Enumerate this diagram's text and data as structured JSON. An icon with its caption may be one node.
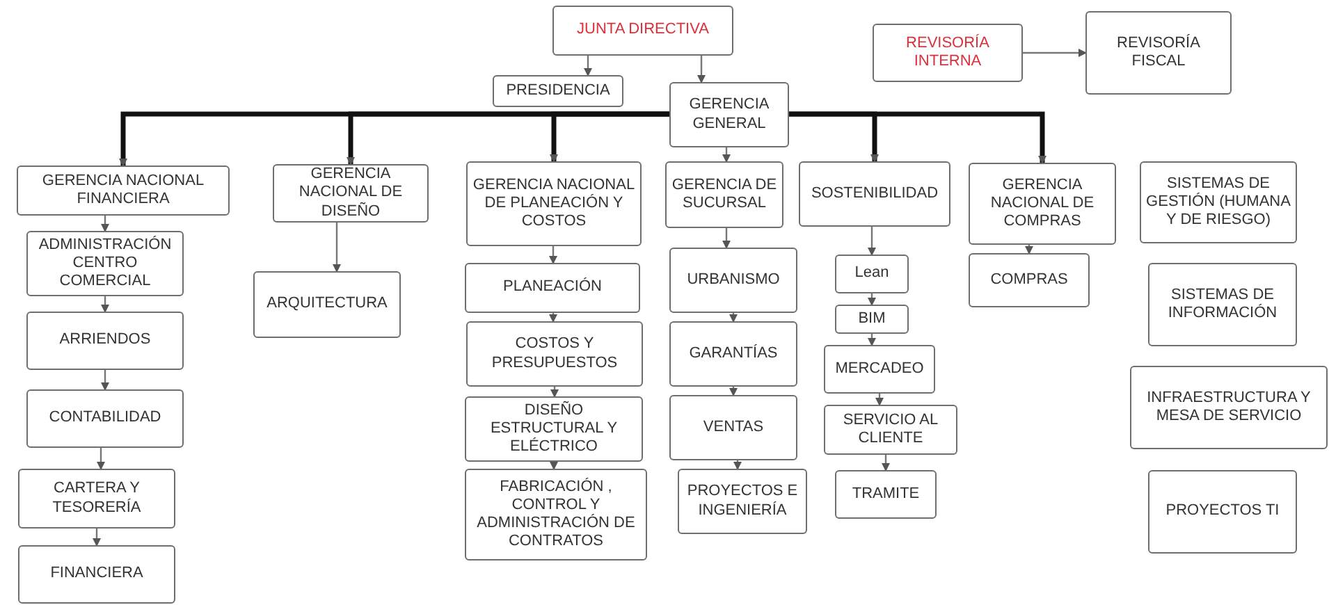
{
  "diagram": {
    "nodes": [
      {
        "text": [
          "JUNTA DIRECTIVA"
        ]
      },
      {
        "text": [
          "REVISORÍA INTERNA"
        ]
      },
      {
        "text": [
          "REVISORÍA FISCAL"
        ]
      },
      {
        "text": [
          "PRESIDENCIA"
        ]
      },
      {
        "text": [
          "GERENCIA GENERAL"
        ]
      },
      {
        "text": [
          "GERENCIA NACIONAL FINANCIERA"
        ]
      },
      {
        "text": [
          "ADMINISTRACIÓN CENTRO COMERCIAL"
        ]
      },
      {
        "text": [
          "ARRIENDOS"
        ]
      },
      {
        "text": [
          "CONTABILIDAD"
        ]
      },
      {
        "text": [
          "CARTERA Y TESORERÍA"
        ]
      },
      {
        "text": [
          "FINANCIERA"
        ]
      },
      {
        "text": [
          "GERENCIA NACIONAL DE DISEÑO"
        ]
      },
      {
        "text": [
          "ARQUITECTURA"
        ]
      },
      {
        "text": [
          "GERENCIA NACIONAL DE PLANEACIÓN Y COSTOS"
        ]
      },
      {
        "text": [
          "PLANEACIÓN"
        ]
      },
      {
        "text": [
          "COSTOS Y PRESUPUESTOS"
        ]
      },
      {
        "text": [
          "DISEÑO ESTRUCTURAL Y ELÉCTRICO"
        ]
      },
      {
        "text": [
          "FABRICACIÓN , CONTROL Y ADMINISTRACIÓN DE CONTRATOS"
        ]
      },
      {
        "text": [
          "GERENCIA DE SUCURSAL"
        ]
      },
      {
        "text": [
          "URBANISMO"
        ]
      },
      {
        "text": [
          "GARANTÍAS"
        ]
      },
      {
        "text": [
          "VENTAS"
        ]
      },
      {
        "text": [
          "PROYECTOS E INGENIERÍA"
        ]
      },
      {
        "text": [
          "SOSTENIBILIDAD"
        ]
      },
      {
        "text": [
          "Lean"
        ]
      },
      {
        "text": [
          "BIM"
        ]
      },
      {
        "text": [
          "MERCADEO"
        ]
      },
      {
        "text": [
          "SERVICIO AL CLIENTE"
        ]
      },
      {
        "text": [
          "TRAMITE"
        ]
      },
      {
        "text": [
          "GERENCIA NACIONAL DE COMPRAS"
        ]
      },
      {
        "text": [
          "COMPRAS"
        ]
      },
      {
        "text": [
          "SISTEMAS DE GESTIÓN (HUMANA Y DE RIESGO)"
        ]
      },
      {
        "text": [
          "SISTEMAS DE INFORMACIÓN"
        ]
      },
      {
        "text": [
          "INFRAESTRUCTURA Y MESA DE SERVICIO"
        ]
      },
      {
        "text": [
          "PROYECTOS TI"
        ]
      }
    ],
    "edges": [
      {
        "from": 0,
        "to": 3,
        "arrow": "to"
      },
      {
        "from": 0,
        "to": 4,
        "arrow": "to"
      },
      {
        "from": 1,
        "to": 2,
        "arrow": "to"
      },
      {
        "from": 4,
        "to": 5,
        "arrow": "to",
        "style": "thick",
        "color": "#111111"
      },
      {
        "from": 4,
        "to": 11,
        "arrow": "to",
        "style": "thick",
        "color": "#111111"
      },
      {
        "from": 4,
        "to": 13,
        "arrow": "to",
        "style": "thick",
        "color": "#111111"
      },
      {
        "from": 4,
        "to": 23,
        "arrow": "to",
        "style": "thick",
        "color": "#111111"
      },
      {
        "from": 4,
        "to": 29,
        "arrow": "to",
        "style": "thick",
        "color": "#111111"
      },
      {
        "from": 5,
        "to": 6,
        "arrow": "to"
      },
      {
        "from": 6,
        "to": 7,
        "arrow": "to"
      },
      {
        "from": 7,
        "to": 8,
        "arrow": "to"
      },
      {
        "from": 8,
        "to": 9,
        "arrow": "to"
      },
      {
        "from": 9,
        "to": 10,
        "arrow": "to"
      },
      {
        "from": 11,
        "to": 12,
        "arrow": "to"
      },
      {
        "from": 13,
        "to": 14,
        "arrow": "to"
      },
      {
        "from": 14,
        "to": 15,
        "arrow": "to"
      },
      {
        "from": 15,
        "to": 16,
        "arrow": "to"
      },
      {
        "from": 16,
        "to": 17,
        "arrow": "to"
      },
      {
        "from": 4,
        "to": 18,
        "arrow": "to"
      },
      {
        "from": 18,
        "to": 19,
        "arrow": "to"
      },
      {
        "from": 19,
        "to": 20,
        "arrow": "to"
      },
      {
        "from": 20,
        "to": 21,
        "arrow": "to"
      },
      {
        "from": 21,
        "to": 22,
        "arrow": "to"
      },
      {
        "from": 23,
        "to": 24,
        "arrow": "to"
      },
      {
        "from": 24,
        "to": 25,
        "arrow": "to"
      },
      {
        "from": 25,
        "to": 26,
        "arrow": "to"
      },
      {
        "from": 26,
        "to": 27,
        "arrow": "to"
      },
      {
        "from": 27,
        "to": 28,
        "arrow": "to"
      },
      {
        "from": 29,
        "to": 30,
        "arrow": "to"
      }
    ]
  }
}
